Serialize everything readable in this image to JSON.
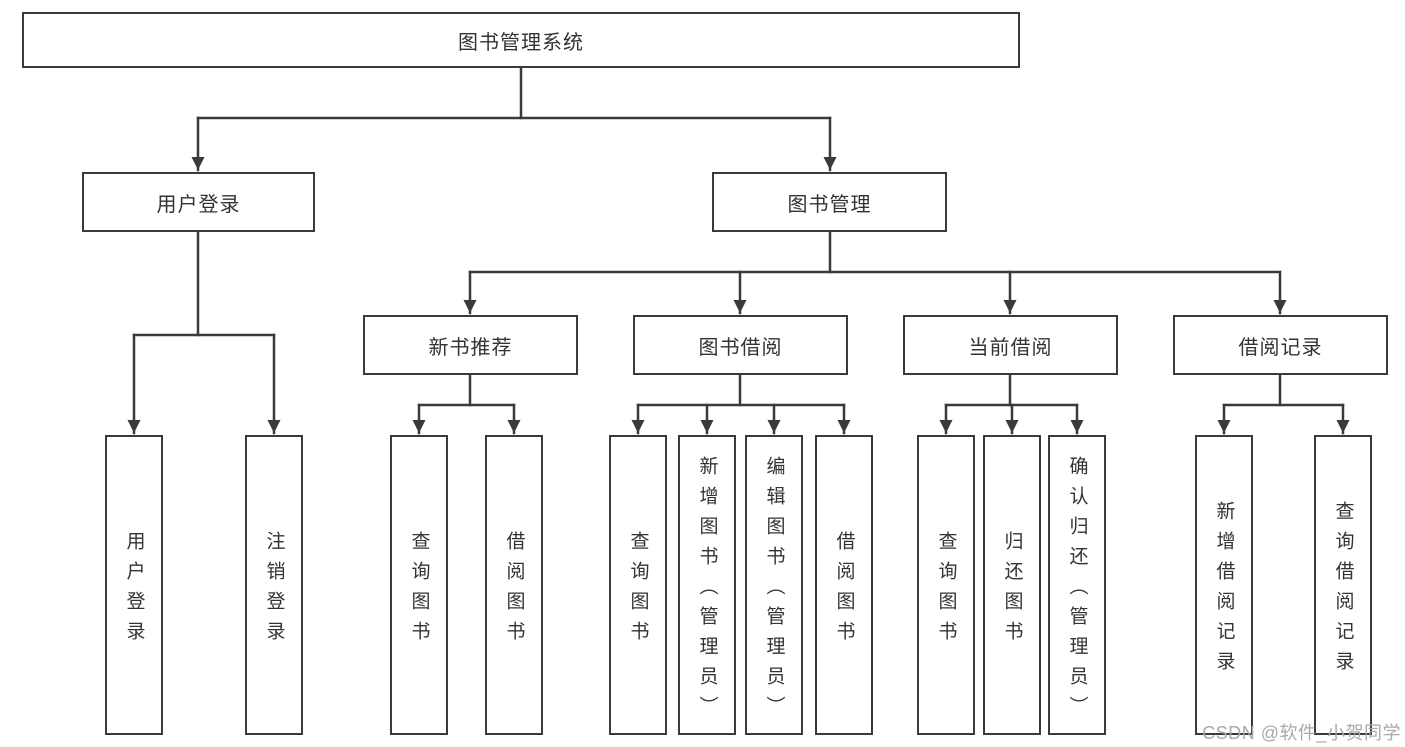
{
  "page": {
    "watermark": "CSDN @软件_小贺同学"
  },
  "colors": {
    "line": "#3a3a3a",
    "text": "#333333",
    "background": "#ffffff",
    "watermark": "#a9a9a9"
  },
  "tree": {
    "root": "图书管理系统",
    "branches": [
      {
        "label": "用户登录",
        "children": [
          "用户登录",
          "注销登录"
        ]
      },
      {
        "label": "图书管理",
        "children": [
          {
            "label": "新书推荐",
            "children": [
              "查询图书",
              "借阅图书"
            ]
          },
          {
            "label": "图书借阅",
            "children": [
              "查询图书",
              "新增图书（管理员）",
              "编辑图书（管理员）",
              "借阅图书"
            ]
          },
          {
            "label": "当前借阅",
            "children": [
              "查询图书",
              "归还图书",
              "确认归还（管理员）"
            ]
          },
          {
            "label": "借阅记录",
            "children": [
              "新增借阅记录",
              "查询借阅记录"
            ]
          }
        ]
      }
    ]
  }
}
